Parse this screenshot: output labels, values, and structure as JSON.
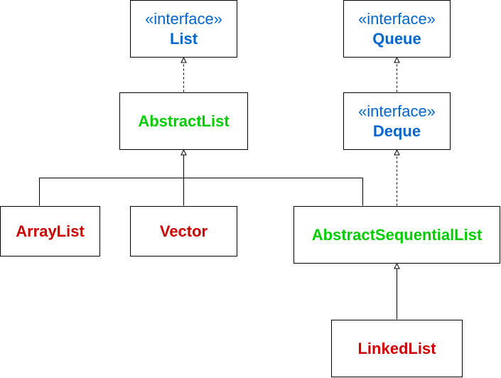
{
  "diagram": {
    "nodes": {
      "list": {
        "stereotype": "«interface»",
        "label": "List",
        "kind": "interface"
      },
      "queue": {
        "stereotype": "«interface»",
        "label": "Queue",
        "kind": "interface"
      },
      "abstract_list": {
        "label": "AbstractList",
        "kind": "abstract"
      },
      "deque": {
        "stereotype": "«interface»",
        "label": "Deque",
        "kind": "interface"
      },
      "array_list": {
        "label": "ArrayList",
        "kind": "concrete"
      },
      "vector": {
        "label": "Vector",
        "kind": "concrete"
      },
      "abstract_sequential_list": {
        "label": "AbstractSequentialList",
        "kind": "abstract"
      },
      "linked_list": {
        "label": "LinkedList",
        "kind": "concrete"
      }
    },
    "edges": [
      {
        "from": "abstract_list",
        "to": "list",
        "style": "dashed",
        "relation": "implements"
      },
      {
        "from": "deque",
        "to": "queue",
        "style": "dashed",
        "relation": "extends"
      },
      {
        "from": "array_list",
        "to": "abstract_list",
        "style": "solid",
        "relation": "extends"
      },
      {
        "from": "vector",
        "to": "abstract_list",
        "style": "solid",
        "relation": "extends"
      },
      {
        "from": "abstract_sequential_list",
        "to": "abstract_list",
        "style": "solid",
        "relation": "extends"
      },
      {
        "from": "abstract_sequential_list",
        "to": "deque",
        "style": "dashed",
        "relation": "implements"
      },
      {
        "from": "linked_list",
        "to": "abstract_sequential_list",
        "style": "solid",
        "relation": "extends"
      }
    ],
    "colors": {
      "interface": "#0066cc",
      "abstract": "#00cc00",
      "concrete": "#cc0000",
      "line": "#000000"
    }
  }
}
